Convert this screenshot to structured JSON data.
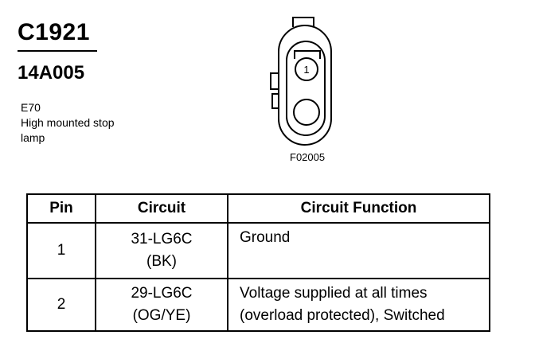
{
  "header": {
    "connector_id": "C1921",
    "part_number": "14A005",
    "description": [
      "E70",
      "High mounted stop",
      "lamp"
    ]
  },
  "figure": {
    "pin_label": "1",
    "figure_id": "F02005"
  },
  "table": {
    "headers": [
      "Pin",
      "Circuit",
      "Circuit Function"
    ],
    "rows": [
      {
        "pin": "1",
        "circuit": [
          "31-LG6C",
          "(BK)"
        ],
        "function": [
          "Ground"
        ]
      },
      {
        "pin": "2",
        "circuit": [
          "29-LG6C",
          "(OG/YE)"
        ],
        "function": [
          "Voltage supplied at all times",
          "(overload protected), Switched"
        ]
      }
    ]
  }
}
